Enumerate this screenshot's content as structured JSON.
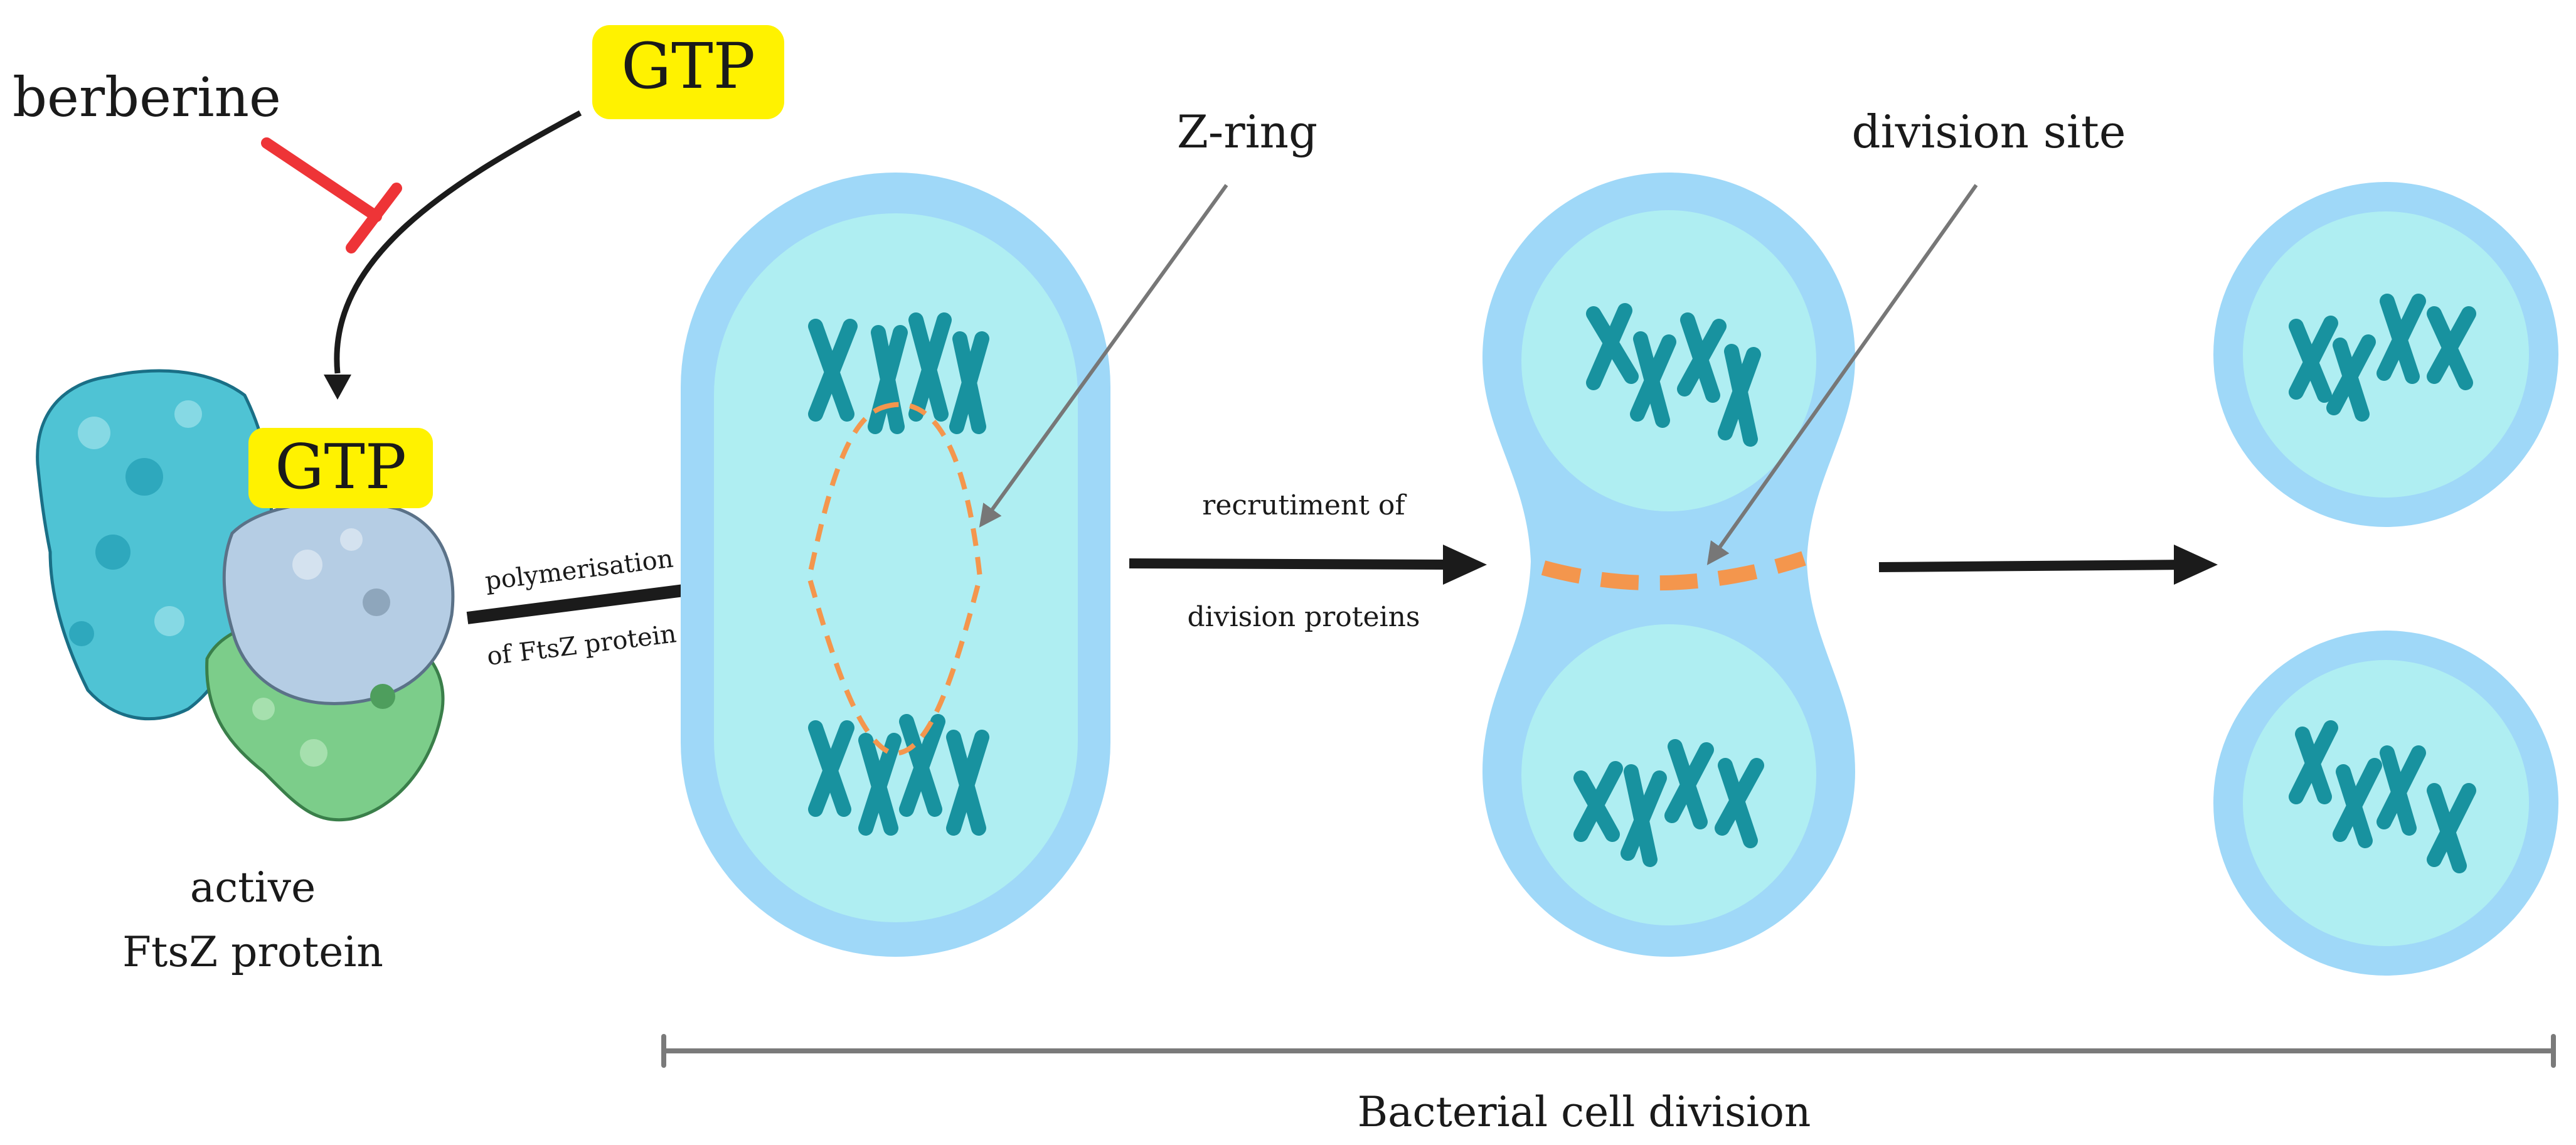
{
  "labels": {
    "inhibitor": "berberine",
    "gtp_free": "GTP",
    "gtp_bound": "GTP",
    "protein_line1": "active",
    "protein_line2": "FtsZ protein",
    "step1_line1": "polymerisation",
    "step1_line2": "of FtsZ protein",
    "step2_line1": "recrutiment of",
    "step2_line2": "division proteins",
    "z_ring": "Z-ring",
    "division_site": "division site",
    "process_span": "Bacterial cell division"
  },
  "colors": {
    "gtp_badge": "#fff200",
    "inhibition": "#ee3437",
    "arrow": "#1b1b1b",
    "pointer_line": "#777777",
    "cell_outer": "#9fd8f8",
    "cell_inner": "#afeef2",
    "chromosome": "#18929f",
    "z_ring": "#f4964d",
    "protein_cyan": "#4fc3d4",
    "protein_blue": "#b5cde4",
    "protein_green": "#7ccd8a",
    "timeline": "#7a7a7a"
  },
  "icons": {
    "protein": "ftsz-protein-structure-icon",
    "chromosome": "chromosome-x-icon",
    "inhibition": "inhibition-t-bar-icon"
  }
}
